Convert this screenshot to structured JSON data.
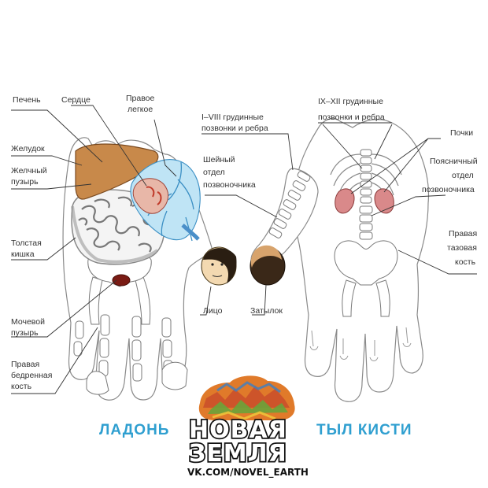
{
  "palm": {
    "caption": "ЛАДОНЬ",
    "labels": {
      "liver": "Печень",
      "heart": "Сердце",
      "right_lung_1": "Правое",
      "right_lung_2": "легкое",
      "stomach": "Желудок",
      "gallbladder_1": "Желчный",
      "gallbladder_2": "пузырь",
      "colon_1": "Толстая",
      "colon_2": "кишка",
      "bladder_1": "Мочевой",
      "bladder_2": "пузырь",
      "femur_1": "Правая",
      "femur_2": "бедренная",
      "femur_3": "кость",
      "face": "Лицо"
    }
  },
  "back": {
    "caption": "ТЫЛ КИСТИ",
    "labels": {
      "thoracic_1_8_line1": "I–VIII грудинные",
      "thoracic_1_8_line2": "позвонки и ребра",
      "thoracic_9_12_line1": "IX–XII грудинные",
      "thoracic_9_12_line2": "позвонки и ребра",
      "cervical_1": "Шейный",
      "cervical_2": "отдел",
      "cervical_3": "позвоночника",
      "kidneys": "Почки",
      "lumbar_1": "Поясничный",
      "lumbar_2": "отдел",
      "lumbar_3": "позвоночника",
      "pelvis_1": "Правая",
      "pelvis_2": "тазовая",
      "pelvis_3": "кость",
      "occiput": "Затылок"
    }
  },
  "logo": {
    "line1": "НОВАЯ",
    "line2": "ЗЕМЛЯ",
    "url": "VK.COM/NOVEL_EARTH"
  },
  "colors": {
    "caption": "#2f9fd0",
    "liver": "#c8894a",
    "lung": "#bfe4f5",
    "heart": "#e8b7a8",
    "kidney": "#d9898a"
  }
}
